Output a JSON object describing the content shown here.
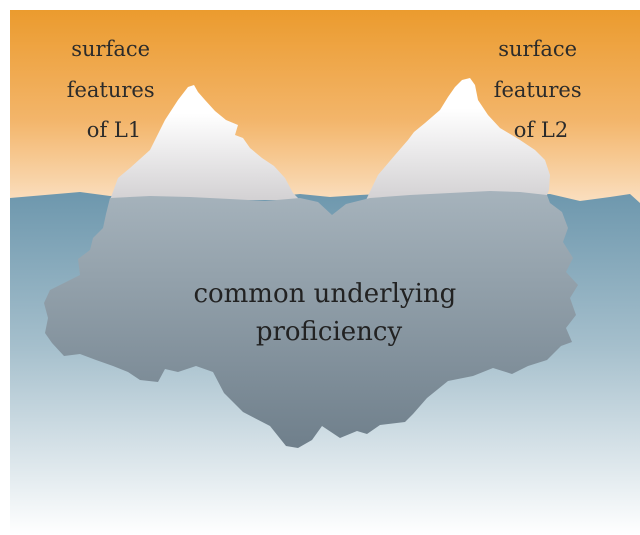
{
  "labels": {
    "left": [
      "surface",
      "features",
      "of L1"
    ],
    "right": [
      "surface",
      "features",
      "of L2"
    ],
    "center": [
      "common underlying",
      "proficiency"
    ]
  },
  "colors": {
    "sky_top": "#eb9b2e",
    "sky_bottom": "#fbe3c8",
    "water_top": "#6d97ad",
    "water_bottom": "#ffffff",
    "peak_top": "#ffffff",
    "peak_bottom": "#d3d1d3",
    "berg_top": "#a6b3bc",
    "berg_bottom": "#6f7f8b"
  }
}
